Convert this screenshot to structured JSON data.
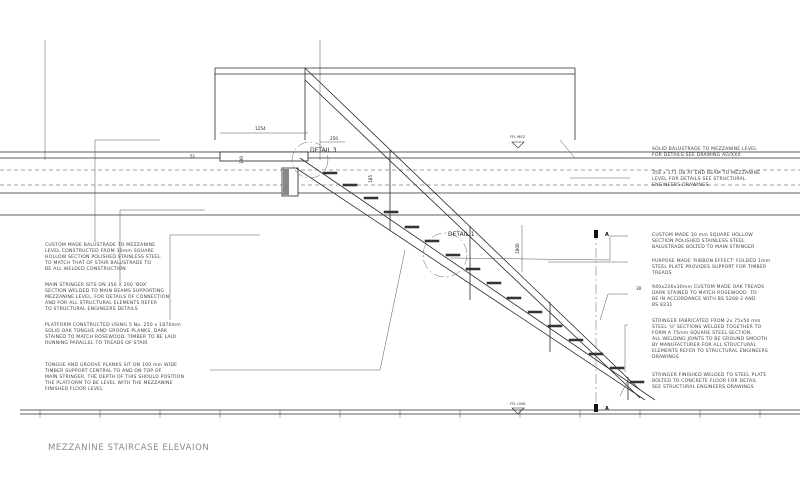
{
  "drawing": {
    "title": "MEZZANINE STAIRCASE ELEVAION",
    "details": {
      "detail3": "DETAIL 3",
      "detail1": "DETAIL 1"
    },
    "section_marker": "A",
    "levels": {
      "mezzanine": "FFL MEZ",
      "floor": "FFL GND"
    },
    "dimensions": {
      "platform_length": "1254",
      "platform_depth": "250",
      "beam_depth": "51",
      "riser_a": "190",
      "riser_b": "185",
      "rise": "1800",
      "going": "250",
      "tread": "30"
    }
  },
  "notes": {
    "left": [
      [
        "CUSTOM MADE BALUSTRADE TO MEZZANINE",
        "LEVEL CONSTRUCTED FROM 30mm SQUARE",
        "HOLLOW SECTION POLISHED STAINLESS STEEL",
        "TO MATCH THAT OF STAIR BALUSTRADE TO",
        "BE ALL WELDED CONSTRUCTION"
      ],
      [
        "MAIN STRINGER SITS ON 356 X 200 'BOX'",
        "SECTION WELDED TO MAIN BEAMS SUPPORTING",
        "MEZZANINE LEVEL. FOR DETAILS OF CONNECTION",
        "AND FOR ALL STRUCTURAL ELEMENTS REFER",
        "TO STRUCTURAL ENGINEERS DETAILS"
      ],
      [
        "PLATFORM CONSTRUCTED USING 5 No. 250 x 1870mm",
        "SOLID OAK TONGUE AND GROOVE PLANKS. DARK",
        "STAINED TO MATCH ROSEWOOD. TIMBER TO BE LAID",
        "RUNNING PARALLEL TO TREADS OF STAIR"
      ],
      [
        "TONGUE AND GROOVE PLANKS SIT ON 100 mm WIDE",
        "TIMBER SUPPORT CENTRAL TO AND ON TOP OF",
        "MAIN STRINGER. THE DEPTH OF THIS SHOULD POSITION",
        "THE PLATFORM TO BE LEVEL WITH THE MEZZANINE",
        "FINISHED FLOOR LEVEL"
      ]
    ],
    "right": [
      [
        "SOLID BALUSTRADE TO MEZZANINE LEVEL",
        "FOR DETAILS SEE DRAWING AG/XXX"
      ],
      [
        "356 x 171 UB AT END BEAM TO MEZZANINE",
        "LEVEL FOR DETAILS SEE STRUCTURAL",
        "ENGINEERS DRAWINGS"
      ],
      [
        "CUSTOM MADE 30 mm SQUARE HOLLOW",
        "SECTION POLISHED STAINLESS STEEL",
        "BALUSTRADE BOLTED TO MAIN STRINGER"
      ],
      [
        "PURPOSE MADE 'RIBBON EFFECT' FOLDED 1mm",
        "STEEL PLATE PROVIDES SUPPORT FOR TIMBER",
        "TREADS"
      ],
      [
        "940x226x30mm CUSTOM MADE OAK TREADS",
        "DARK STAINED TO MATCH ROSEWOOD. TO",
        "BE IN ACCORDANCE WITH BS 5268-2 AND",
        "BS 8231"
      ],
      [
        "STRINGER FABRICATED FROM 2x 75x50 mm",
        "STEEL 'U' SECTIONS WELDED TOGETHER TO",
        "FORM A 75mm SQUARE STEEL SECTION.",
        "ALL WELDING JOINTS TO BE GROUND SMOOTH",
        "BY MANUFACTURER FOR ALL STRUCTURAL",
        "ELEMENTS REFER TO STRUCTURAL ENGINEERS",
        "DRAWINGS"
      ],
      [
        "STRINGER FINISHED WELDED TO STEEL PLATE",
        "BOLTED TO CONCRETE FLOOR FOR DETAIL",
        "SEE STRUCTURAL ENGINEERS DRAWINGS"
      ]
    ]
  }
}
